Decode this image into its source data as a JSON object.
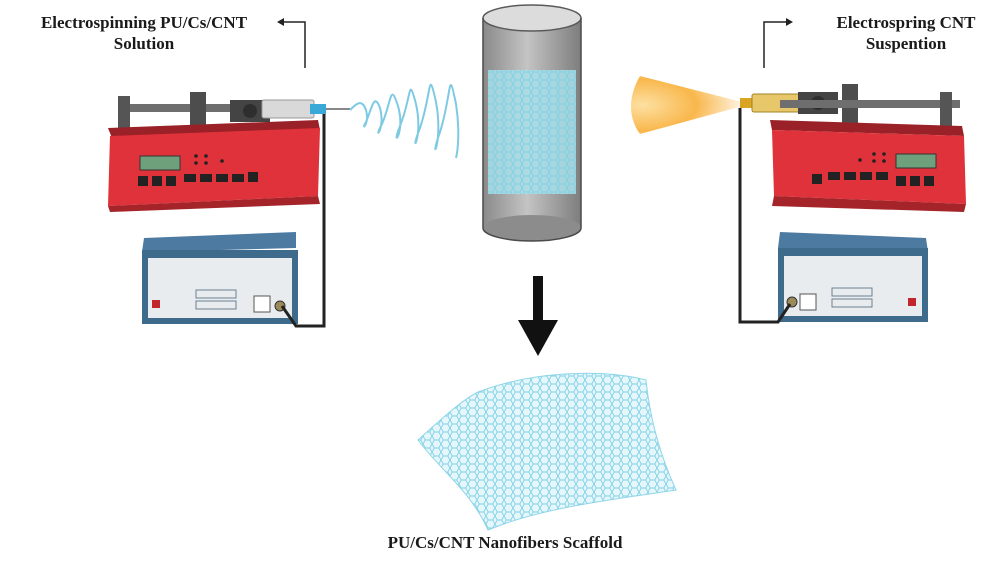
{
  "labels": {
    "left_line1": "Electrospinning PU/Cs/CNT",
    "left_line2": "Solution",
    "right_line1": "Electrospring CNT",
    "right_line2": "Suspention",
    "bottom": "PU/Cs/CNT Nanofibers Scaffold"
  },
  "colors": {
    "pump_body": "#e0323a",
    "pump_dark": "#b82a2f",
    "power_supply": "#3e6a8c",
    "power_panel": "#e9ecef",
    "collector": "#9a9a9a",
    "fiber": "#7ecae3",
    "spray": "#f7b34a",
    "cable": "#222222"
  },
  "icons": [
    "syringe-pump-icon",
    "power-supply-icon",
    "drum-collector-icon",
    "down-arrow-icon",
    "scaffold-mesh-icon"
  ]
}
